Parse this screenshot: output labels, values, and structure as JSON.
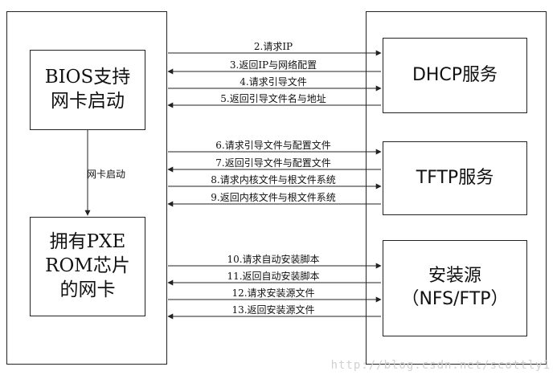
{
  "left_boxes": {
    "bios": [
      "BIOS支持",
      "网卡启动"
    ],
    "pxe_nic": [
      "拥有PXE",
      "ROM芯片",
      "的网卡"
    ]
  },
  "right_boxes": {
    "dhcp": [
      "DHCP服务"
    ],
    "tftp": [
      "TFTP服务"
    ],
    "source": [
      "安装源",
      "（NFS/FTP）"
    ]
  },
  "vertical_label": "网卡启动",
  "messages": [
    {
      "label": "2.请求IP",
      "direction": "right"
    },
    {
      "label": "3.返回IP与网络配置",
      "direction": "left"
    },
    {
      "label": "4.请求引导文件",
      "direction": "right"
    },
    {
      "label": "5.返回引导文件名与地址",
      "direction": "left"
    },
    {
      "label": "6.请求引导文件与配置文件",
      "direction": "right"
    },
    {
      "label": "7.返回引导文件与配置文件",
      "direction": "left"
    },
    {
      "label": "8.请求内核文件与根文件系统",
      "direction": "right"
    },
    {
      "label": "9.返回内核文件与根文件系统",
      "direction": "left"
    },
    {
      "label": "10.请求自动安装脚本",
      "direction": "right"
    },
    {
      "label": "11.返回自动安装脚本",
      "direction": "left"
    },
    {
      "label": "12.请求安装源文件",
      "direction": "right"
    },
    {
      "label": "13.返回安装源文件",
      "direction": "left"
    }
  ],
  "watermark": "http://blog.csdn.net/scottly1"
}
